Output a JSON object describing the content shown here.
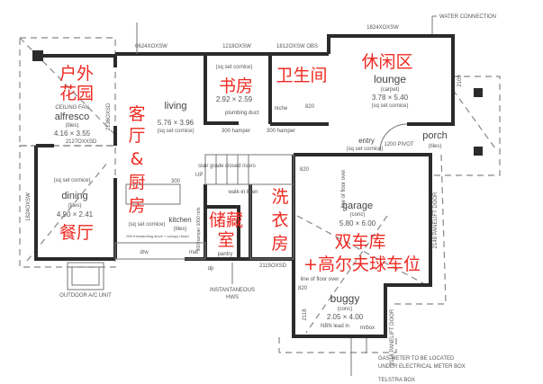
{
  "annotations_cn": {
    "outdoor_garden": [
      "户外",
      "花园"
    ],
    "living_kitchen": [
      "客",
      "厅",
      "&",
      "厨",
      "房"
    ],
    "study": "书房",
    "bathroom": "卫生间",
    "leisure": "休闲区",
    "dining": "餐厅",
    "storage": [
      "储藏",
      "室"
    ],
    "laundry": [
      "洗",
      "衣",
      "房"
    ],
    "garage_line1": "双车库",
    "garage_line2": "+高尔夫球车位"
  },
  "rooms": {
    "alfresco": {
      "name": "alfresco",
      "finish": "(tiles)",
      "size": "4.16 × 3.55",
      "ceiling": "CEILING FAN"
    },
    "living": {
      "name": "living",
      "size": "5.76 × 3.96",
      "ceiling": "(sq set cornice)"
    },
    "study": {
      "ceiling": "(sq set cornice)",
      "size": "2.92 × 2.59"
    },
    "lounge": {
      "name": "lounge",
      "finish": "(carpet)",
      "size": "3.78 × 5.40",
      "ceiling": "(sq set cornice)"
    },
    "dining": {
      "ceiling": "(sq set cornice)",
      "name": "dining",
      "finish": "(tiles)",
      "size": "4.90 × 2.41"
    },
    "kitchen": {
      "name": "kitchen",
      "finish": "(tiles)",
      "ceiling": "(sq set cornice)"
    },
    "pantry": {
      "name": "pantry"
    },
    "entry": {
      "name": "entry",
      "ceiling": "(sq set cornice)"
    },
    "porch": {
      "name": "porch",
      "finish": "(tiles)"
    },
    "garage": {
      "name": "garage",
      "finish": "(conc)",
      "size": "5.80 × 6.00"
    },
    "buggy": {
      "name": "buggy",
      "finish": "(conc)",
      "size": "2.05 × 4.00"
    },
    "linen": {
      "name": "walk-in linen"
    }
  },
  "labels": {
    "win_living": "0624XOXSW",
    "win_study": "1218OXSW",
    "win_bath": "1812OXSW OBS",
    "win_lounge": "1824XOXSW",
    "win_alfresco_side": "2136OXSD",
    "door_dining": "2127OXXSD",
    "win_dining_side": "1824OXSW",
    "door_laundry": "2115OXSD",
    "win_lounge_side": "2109",
    "water": "WATER CONNECTION",
    "plumbing": "plumbing duct",
    "hamper1": "300 hamper",
    "hamper2": "300 hamper",
    "niche": "niche",
    "pivot": "1200 PIVOT",
    "stairs": "stair grade closed risers",
    "up": "UP",
    "floor_over1": "line of floor over",
    "floor_over2": "line of floor over",
    "panelift1": "2148 PANELIFT DOOR",
    "panelift2": "2118 PANELIFT DOOR",
    "nbn": "NBN lead in",
    "mbox": "m/box",
    "outdoor_ac": "OUTDOOR A/C UNIT",
    "hws1": "INSTANTANEOUS",
    "hws2": "HWS",
    "gas1": "GAS METER TO BE LOCATED",
    "gas2": "UNDER ELECTRICAL METER BOX",
    "telstra": "TELSTRA BOX",
    "stove": "900 freestanding stove + canopy rhead",
    "d820a": "820",
    "d820b": "820",
    "d820c": "820",
    "dp": "dp",
    "mat": "mat",
    "dw": "d/w",
    "wall_2118": "2118",
    "stud": "300 hamper 1050 refs",
    "d300": "300"
  },
  "colors": {
    "annotation": "#ee2a22",
    "wall": "#2b2b2b"
  }
}
